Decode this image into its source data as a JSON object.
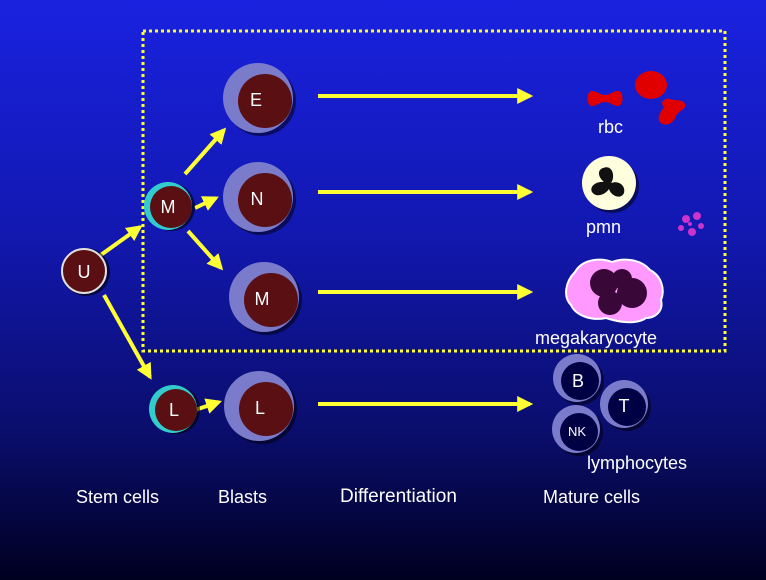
{
  "cells": {
    "stem_u": "U",
    "stem_m": "M",
    "stem_l": "L",
    "blast_e": "E",
    "blast_n": "N",
    "blast_m": "M",
    "blast_l": "L",
    "mature_b": "B",
    "mature_t": "T",
    "mature_nk": "NK"
  },
  "mature_labels": {
    "rbc": "rbc",
    "pmn": "pmn",
    "megakaryocyte": "megakaryocyte",
    "lymphocytes": "lymphocytes"
  },
  "stages": {
    "stem": "Stem cells",
    "blasts": "Blasts",
    "differentiation": "Differentiation",
    "mature": "Mature cells"
  },
  "colors": {
    "arrow": "#ffff33",
    "dotted_box": "#ffff33",
    "cell_fill": "#5a0f12",
    "cell_ring": "#7b7bcc",
    "stem_m_ring": "#33cccc",
    "rbc": "#e00000",
    "megakaryocyte": "#ff99ff",
    "platelets": "#cc33cc"
  }
}
